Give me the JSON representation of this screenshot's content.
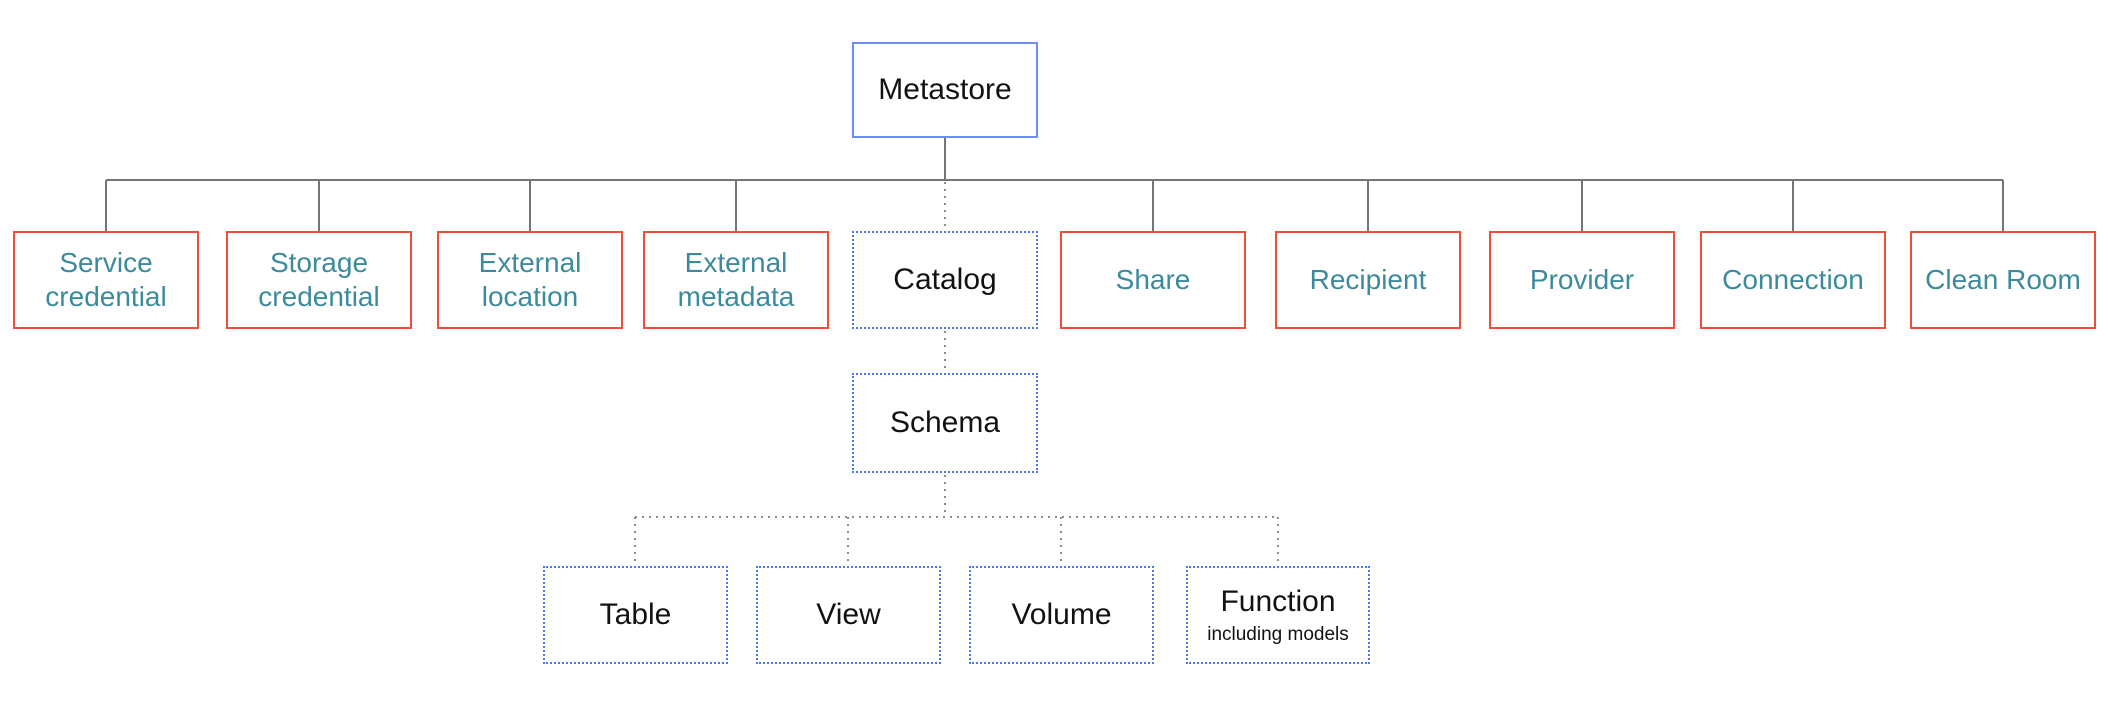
{
  "diagram": {
    "description": "Metastore object hierarchy diagram",
    "nodes": {
      "metastore": {
        "label": "Metastore"
      },
      "service_credential": {
        "label": "Service credential"
      },
      "storage_credential": {
        "label": "Storage credential"
      },
      "external_location": {
        "label": "External location"
      },
      "external_metadata": {
        "label": "External metadata"
      },
      "catalog": {
        "label": "Catalog"
      },
      "share": {
        "label": "Share"
      },
      "recipient": {
        "label": "Recipient"
      },
      "provider": {
        "label": "Provider"
      },
      "connection": {
        "label": "Connection"
      },
      "clean_room": {
        "label": "Clean Room"
      },
      "schema": {
        "label": "Schema"
      },
      "table": {
        "label": "Table"
      },
      "view": {
        "label": "View"
      },
      "volume": {
        "label": "Volume"
      },
      "function": {
        "label": "Function",
        "sublabel": "including models"
      }
    }
  },
  "colors": {
    "red_border": "#F04E38",
    "teal_text": "#3C8B9D",
    "blue_solid_border": "#6D8DF2",
    "blue_dotted_border": "#4A77F0",
    "line_gray": "#757575",
    "dotted_line_gray": "#8C8C8C",
    "label_black": "#121212",
    "background": "#FFFFFF"
  }
}
